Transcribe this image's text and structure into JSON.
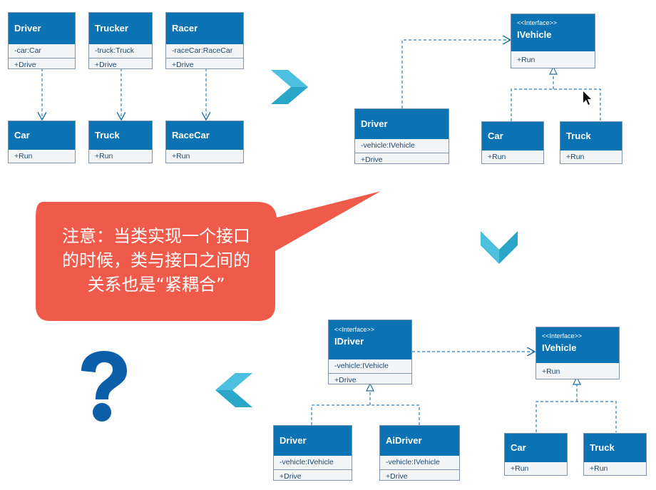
{
  "panel1": {
    "driver": {
      "title": "Driver",
      "attr": "-car:Car",
      "op": "+Drive"
    },
    "trucker": {
      "title": "Trucker",
      "attr": "-truck:Truck",
      "op": "+Drive"
    },
    "racer": {
      "title": "Racer",
      "attr": "-raceCar:RaceCar",
      "op": "+Drive"
    },
    "car": {
      "title": "Car",
      "op": "+Run"
    },
    "truck": {
      "title": "Truck",
      "op": "+Run"
    },
    "racecar": {
      "title": "RaceCar",
      "op": "+Run"
    }
  },
  "panel2": {
    "ivehicle": {
      "stereotype": "<<Interface>>",
      "title": "IVehicle",
      "op": "+Run"
    },
    "driver": {
      "title": "Driver",
      "attr": "-vehicle:IVehicle",
      "op": "+Drive"
    },
    "car": {
      "title": "Car",
      "op": "+Run"
    },
    "truck": {
      "title": "Truck",
      "op": "+Run"
    }
  },
  "panel3": {
    "idriver": {
      "stereotype": "<<Interface>>",
      "title": "IDriver",
      "attr": "-vehicle:IVehicle",
      "op": "+Drive"
    },
    "ivehicle": {
      "stereotype": "<<Interface>>",
      "title": "IVehicle",
      "op": "+Run"
    },
    "driver": {
      "title": "Driver",
      "attr": "-vehicle:IVehicle",
      "op": "+Drive"
    },
    "aidriver": {
      "title": "AiDriver",
      "attr": "-vehicle:IVehicle",
      "op": "+Drive"
    },
    "car": {
      "title": "Car",
      "op": "+Run"
    },
    "truck": {
      "title": "Truck",
      "op": "+Run"
    }
  },
  "callout": {
    "line1": "注意：当类实现一个接口",
    "line2": "的时候，类与接口之间的",
    "line3": "关系也是“紧耦合”"
  },
  "colors": {
    "header": "#0b72b3",
    "callout": "#f05a4a",
    "chevron": "#29a6c8",
    "question": "#0a5fa8"
  }
}
